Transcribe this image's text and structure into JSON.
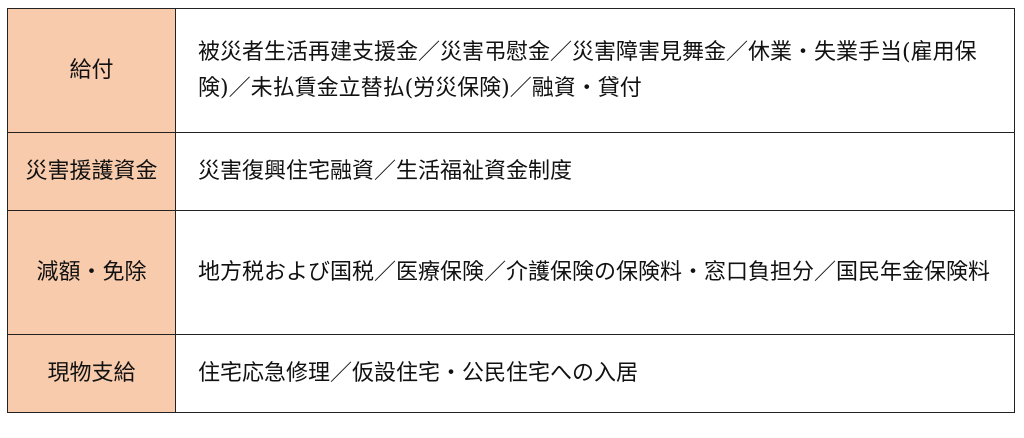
{
  "table": {
    "rows": [
      {
        "category": "給付",
        "description": "被災者生活再建支援金／災害弔慰金／災害障害見舞金／休業・失業手当(雇用保険)／未払賃金立替払(労災保険)／融資・貸付"
      },
      {
        "category": "災害援護資金",
        "description": "災害復興住宅融資／生活福祉資金制度"
      },
      {
        "category": "減額・免除",
        "description": "地方税および国税／医療保険／介護保険の保険料・窓口負担分／国民年金保険料"
      },
      {
        "category": "現物支給",
        "description": "住宅応急修理／仮設住宅・公民住宅への入居"
      }
    ],
    "colors": {
      "category_bg": "#f8cbad",
      "description_bg": "#ffffff",
      "border": "#222222"
    }
  }
}
